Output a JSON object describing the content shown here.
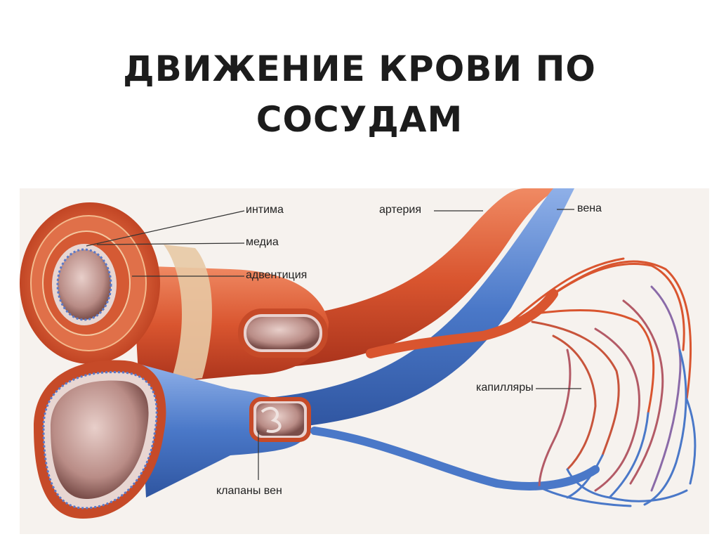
{
  "title": {
    "line1": "ДВИЖЕНИЕ КРОВИ ПО",
    "line2": "СОСУДАМ"
  },
  "labels": {
    "intima": "интима",
    "media": "медиа",
    "adventitia": "адвентиция",
    "artery": "артерия",
    "vein": "вена",
    "capillaries": "капилляры",
    "vein_valves": "клапаны вен"
  },
  "colors": {
    "artery": "#d9552f",
    "artery_dark": "#b8391f",
    "vein": "#4a78c8",
    "vein_dark": "#2f55a0",
    "lumen": "#b98c86",
    "background_panel": "#f6f2ee"
  }
}
